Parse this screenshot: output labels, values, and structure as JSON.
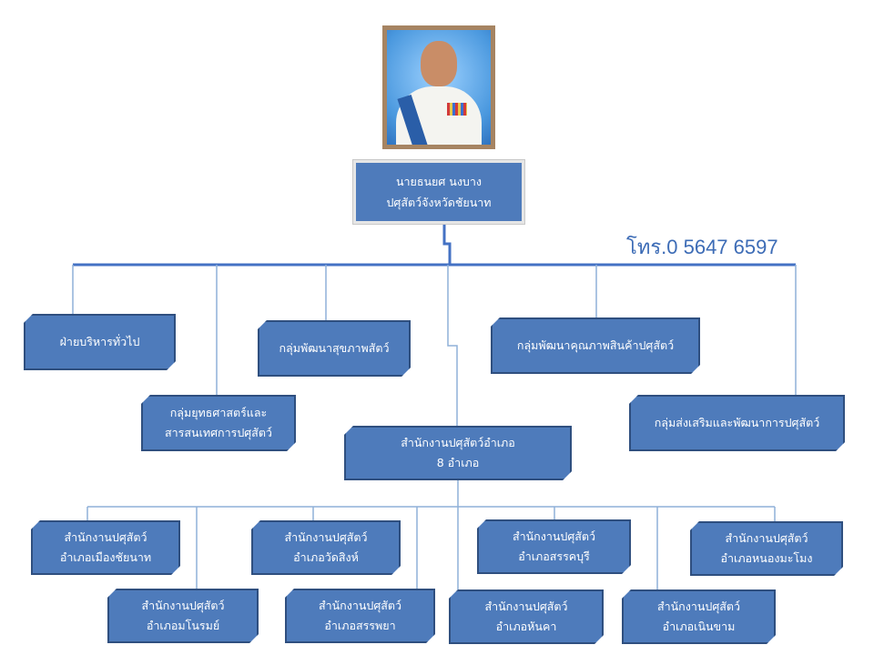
{
  "director": {
    "name": "นายธนยศ นงบาง",
    "position": "ปศุสัตว์จังหวัดชัยนาท"
  },
  "phone": "โทร.0 5647 6597",
  "groups": {
    "general_admin": "ฝ่ายบริหารทั่วไป",
    "animal_health": "กลุ่มพัฒนาสุขภาพสัตว์",
    "product_quality": "กลุ่มพัฒนาคุณภาพสินค้าปศุสัตว์",
    "strategy": [
      "กลุ่มยุทธศาสตร์และ",
      "สารสนเทศการปศุสัตว์"
    ],
    "district_offices": [
      "สำนักงานปศุสัตว์อำเภอ",
      "8 อำเภอ"
    ],
    "promotion": "กลุ่มส่งเสริมและพัฒนาการปศุสัตว์"
  },
  "districts": [
    {
      "line1": "สำนักงานปศุสัตว์",
      "line2": "อำเภอเมืองชัยนาท"
    },
    {
      "line1": "สำนักงานปศุสัตว์",
      "line2": "อำเภอมโนรมย์"
    },
    {
      "line1": "สำนักงานปศุสัตว์",
      "line2": "อำเภอวัดสิงห์"
    },
    {
      "line1": "สำนักงานปศุสัตว์",
      "line2": "อำเภอสรรพยา"
    },
    {
      "line1": "สำนักงานปศุสัตว์",
      "line2": "อำเภอหันคา"
    },
    {
      "line1": "สำนักงานปศุสัตว์",
      "line2": "อำเภอสรรคบุรี"
    },
    {
      "line1": "สำนักงานปศุสัตว์",
      "line2": "อำเภอเนินขาม"
    },
    {
      "line1": "สำนักงานปศุสัตว์",
      "line2": "อำเภอหนองมะโมง"
    }
  ],
  "colors": {
    "box_fill": "#4e7bbb",
    "box_border": "#2f4f7f",
    "main_line": "#4472c4",
    "thin_line": "#8fb0d8",
    "phone_text": "#3d6cb6"
  }
}
